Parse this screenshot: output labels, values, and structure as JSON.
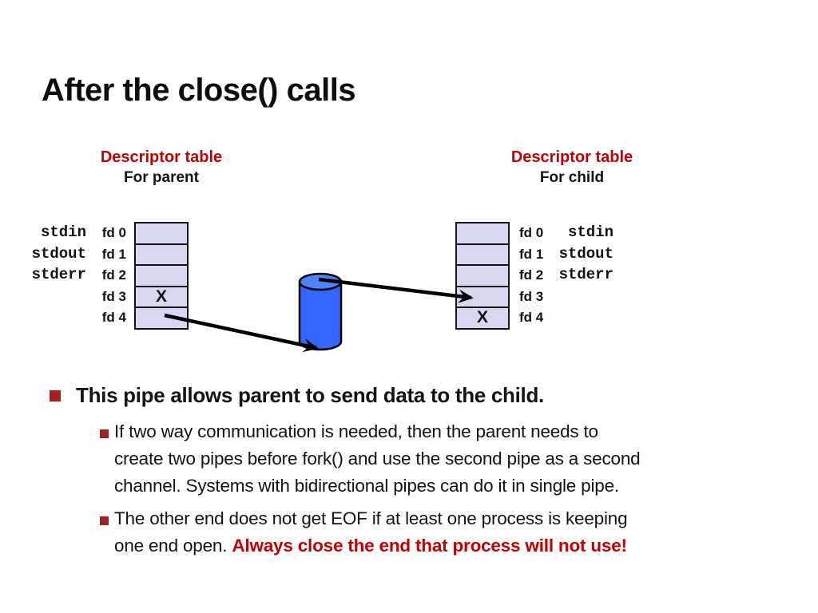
{
  "slide": {
    "title": "After the close() calls",
    "colors": {
      "accent_red": "#C00000",
      "bullet_red": "#A32121",
      "cell_fill": "#D8D8F0",
      "pipe_blue": "#3366FF"
    }
  },
  "parent_table": {
    "header_line1": "Descriptor table",
    "header_line2": "For parent",
    "stdio_labels": [
      "stdin",
      "stdout",
      "stderr"
    ],
    "fd_labels": [
      "fd 0",
      "fd 1",
      "fd 2",
      "fd 3",
      "fd 4"
    ],
    "cells": [
      "",
      "",
      "",
      "X",
      ""
    ]
  },
  "child_table": {
    "header_line1": "Descriptor table",
    "header_line2": "For child",
    "stdio_labels": [
      "stdin",
      "stdout",
      "stderr"
    ],
    "fd_labels": [
      "fd 0",
      "fd 1",
      "fd 2",
      "fd 3",
      "fd 4"
    ],
    "cells": [
      "",
      "",
      "",
      "",
      "X"
    ]
  },
  "bullets": {
    "main": "This pipe allows parent to send data to the child.",
    "sub1_lines": [
      "If two way communication is needed, then the parent needs to",
      "create two pipes before fork() and use the second pipe as a second",
      "channel. Systems with bidirectional pipes can do it in single pipe."
    ],
    "sub2_black_lines": [
      "The other end does not get EOF if at least one process is keeping",
      "one end open. "
    ],
    "sub2_red": "Always close the end that process will not use!"
  }
}
